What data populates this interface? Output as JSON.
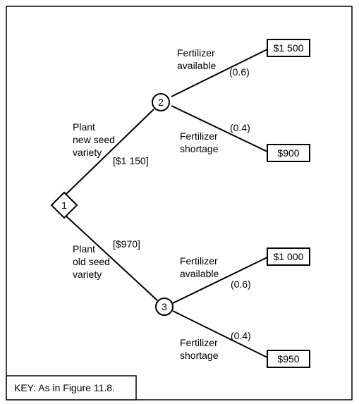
{
  "nodes": {
    "decision": "1",
    "chance_top": "2",
    "chance_bottom": "3"
  },
  "branches": {
    "new_seed": {
      "label": [
        "Plant",
        "new seed",
        "variety"
      ],
      "expected_value": "[$1 150]"
    },
    "old_seed": {
      "label": [
        "Plant",
        "old seed",
        "variety"
      ],
      "expected_value": "[$970]"
    }
  },
  "outcomes": {
    "top_available": {
      "label": [
        "Fertilizer",
        "available"
      ],
      "probability": "(0.6)",
      "payoff": "$1 500"
    },
    "top_shortage": {
      "label": [
        "Fertilizer",
        "shortage"
      ],
      "probability": "(0.4)",
      "payoff": "$900"
    },
    "bottom_available": {
      "label": [
        "Fertilizer",
        "available"
      ],
      "probability": "(0.6)",
      "payoff": "$1 000"
    },
    "bottom_shortage": {
      "label": [
        "Fertilizer",
        "shortage"
      ],
      "probability": "(0.4)",
      "payoff": "$950"
    }
  },
  "key": "KEY: As in Figure 11.8."
}
